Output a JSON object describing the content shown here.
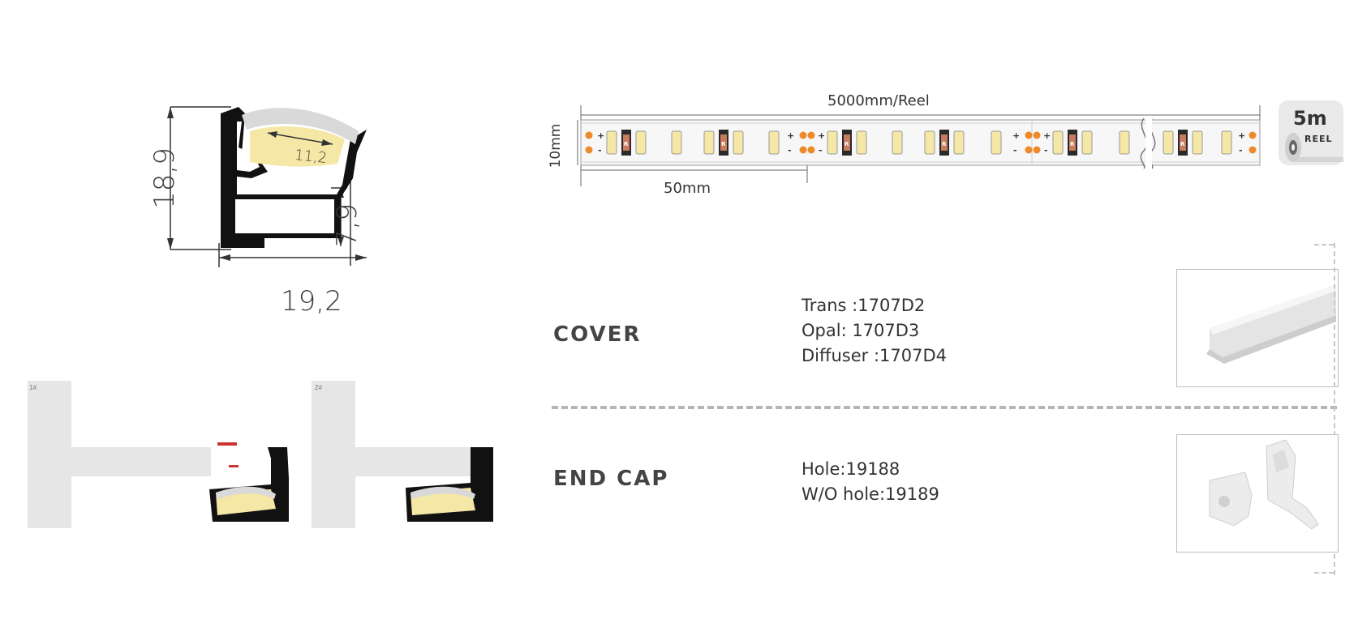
{
  "profile_drawing": {
    "height_dim": "18,9",
    "inner_height_dim": "7,9",
    "width_dim": "19,2",
    "led_width_dim": "11,2"
  },
  "install_views": {
    "left_tag": "1#",
    "right_tag": "2#"
  },
  "led_strip": {
    "length_label": "5000mm/Reel",
    "height_label": "10mm",
    "segment_label": "50mm",
    "resistor_mark": "R",
    "plus": "+",
    "minus": "-"
  },
  "reel_badge": {
    "size": "5m",
    "word": "REEL"
  },
  "cover": {
    "title": "COVER",
    "specs": [
      "Trans :1707D2",
      "Opal:  1707D3",
      "Diffuser :1707D4"
    ]
  },
  "end_cap": {
    "title": "END CAP",
    "specs": [
      "Hole:19188",
      "W/O hole:19189"
    ]
  },
  "colors": {
    "profile_black": "#111111",
    "led_yellow": "#f5e7a6",
    "pad_orange": "#ee8a2a",
    "divider_gray": "#b5b5b5"
  }
}
